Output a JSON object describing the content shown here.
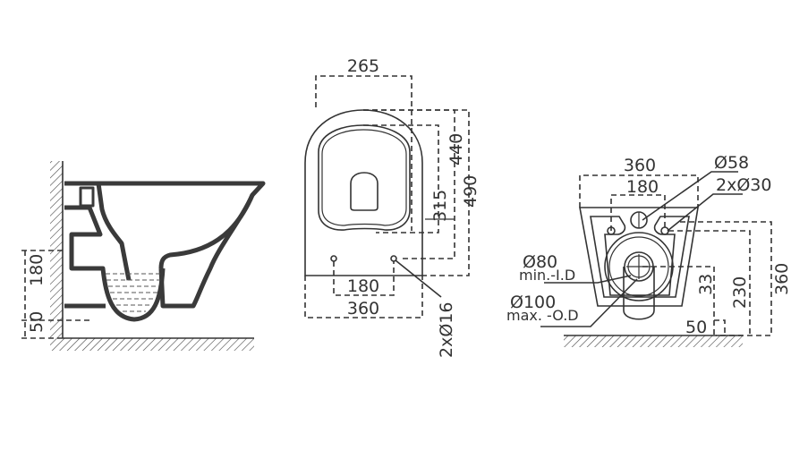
{
  "side_view": {
    "dim_height_180": "180",
    "dim_height_50": "50"
  },
  "top_view": {
    "dim_seat_width": "265",
    "dim_440": "440",
    "dim_490": "490",
    "dim_315": "315",
    "dim_hole_spacing": "180",
    "dim_width": "360",
    "dim_holes": "2xØ16"
  },
  "back_view": {
    "dim_width": "360",
    "dim_hole_spacing": "180",
    "dim_inlet": "Ø58",
    "dim_fixing_holes": "2xØ30",
    "dim_outlet_id": "Ø80",
    "dim_outlet_id_note": "min.-I.D",
    "dim_outlet_od": "Ø100",
    "dim_outlet_od_note": "max. -O.D",
    "dim_33": "33",
    "dim_230": "230",
    "dim_360": "360",
    "dim_50": "50"
  },
  "colors": {
    "line": "#333333"
  }
}
